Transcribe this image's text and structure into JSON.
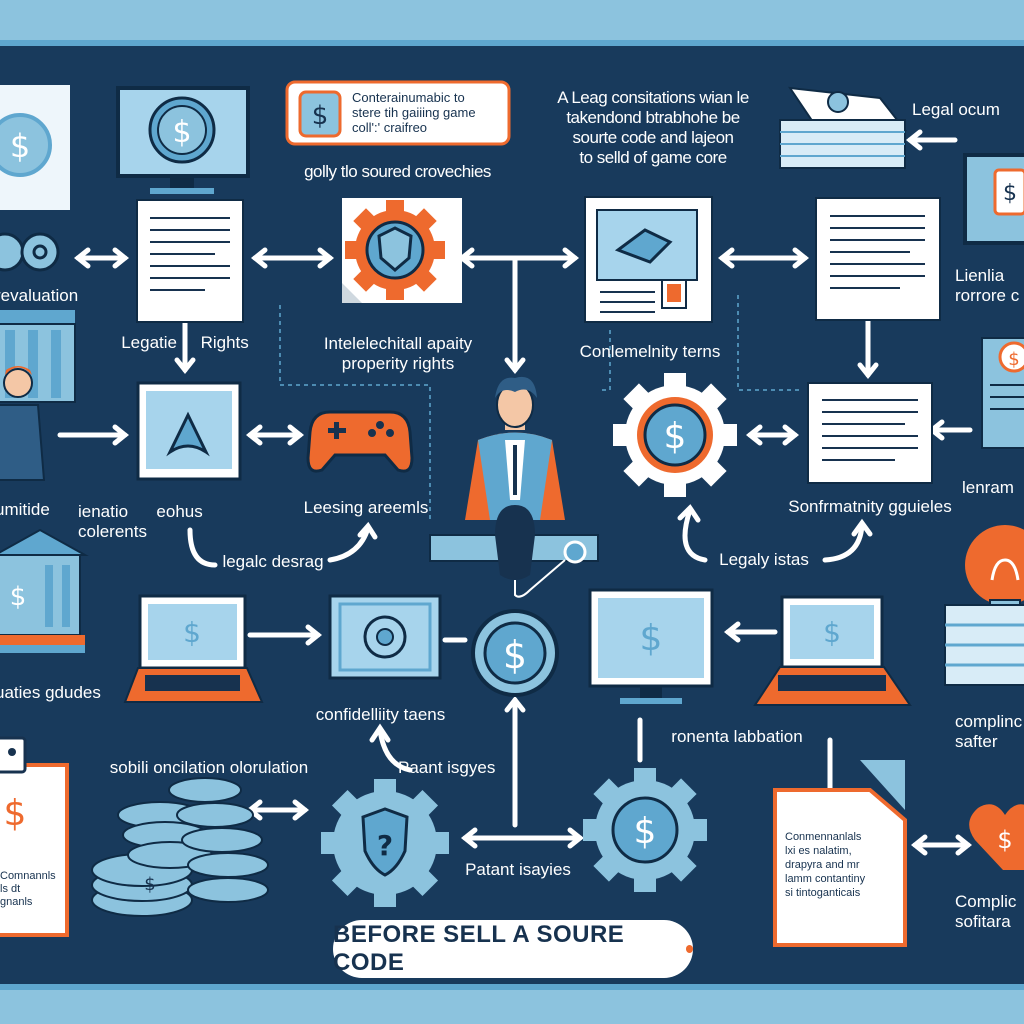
{
  "colors": {
    "navy": "#183a5c",
    "sky": "#8cc3de",
    "blue": "#5fa7cf",
    "orange": "#ee6a2e",
    "paper": "#ffffff"
  },
  "footer": {
    "label": "BEFORE SELL A SOURE CODE"
  },
  "callout": {
    "top_note": "Conterainumabic to\nstere tih gaiiing game\ncoll':' craifreo",
    "caption": "golly tlo soured crovechies",
    "legal_note": "A Leag consitations wian le\ntakendond btrabhohe be\nsourte code and lajeon\nto selld of game core"
  },
  "labels": {
    "legal_docs": "Legal ocum",
    "revaluation": "revaluation",
    "legal_rights": "Legatie     Rights",
    "ip_rights": "Intelelechitall apaity\nproperity rights",
    "conformity_terms": "Conlemelnity terns",
    "licensing_right": "Lienlia\nrorrore c",
    "unitide": "umitide",
    "identity_colorants": "ienatio      eohus\ncolerents",
    "leasing_agreements": "Leesing areemls",
    "legal_drawing": "legalc desrag",
    "conformity_guides": "Sonfrmatnity gguieles",
    "legal_issues": "Legaly istas",
    "lenramn": "lenram",
    "utilities_guides": "uaties gdudes",
    "confidentiality_terms": "confidelliity taens",
    "ronenta_labbation": "ronenta labbation",
    "compliance_top": "complinc\nsafter",
    "solution_circulation": "sobili oncilation olorulation",
    "patent_issues_top": "Paant isgyes",
    "patent_issues_bottom": "Patant isayies",
    "compliance_bottom": "Complic\nsofitara",
    "tag_text": "Comnannls\nls dt\ngnanls",
    "doc_note": "Conmennanlals\nlxi es nalatim,\ndrapyra and mr\nlamm contantiny\nsi tintoganticais"
  }
}
